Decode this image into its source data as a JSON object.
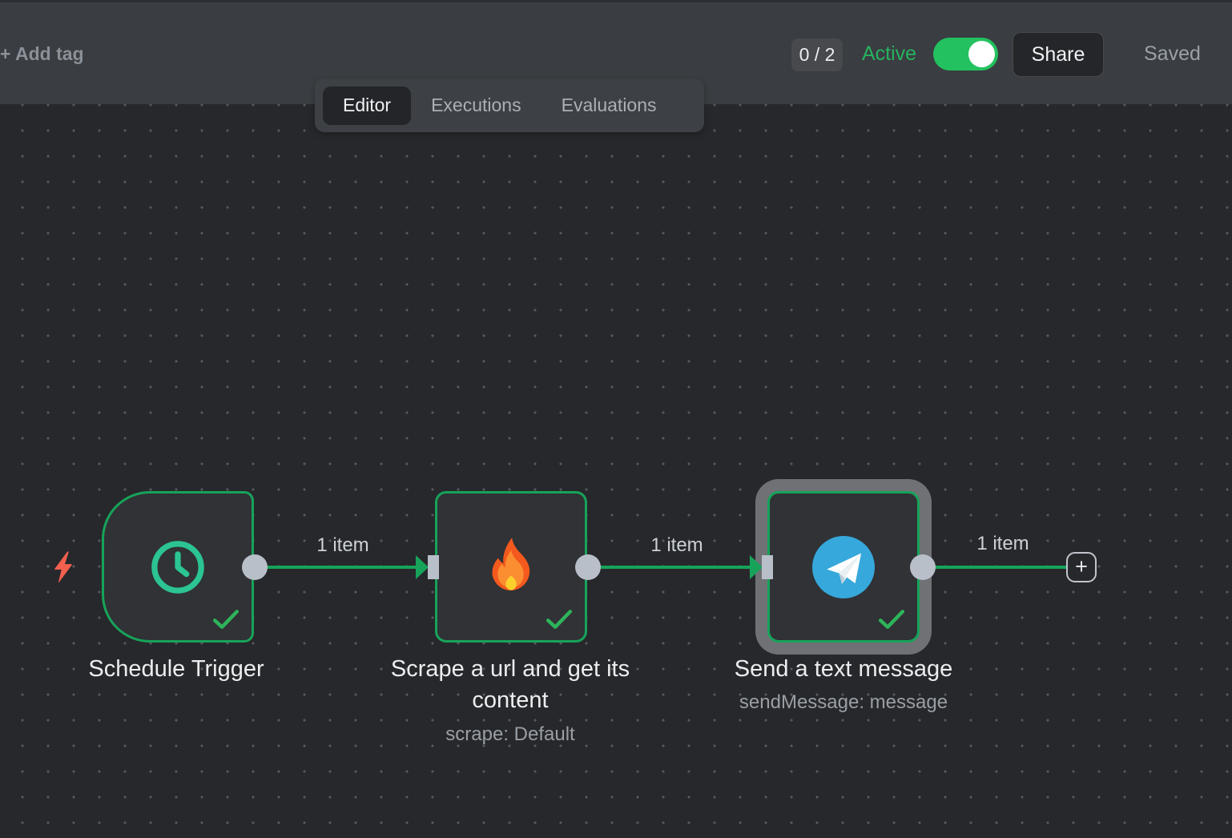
{
  "header": {
    "add_tag": "+ Add tag",
    "issue_counter": "0 / 2",
    "active_label": "Active",
    "active_on": true,
    "share": "Share",
    "save_status": "Saved"
  },
  "tabs": {
    "editor": "Editor",
    "executions": "Executions",
    "evaluations": "Evaluations",
    "selected": "Editor"
  },
  "canvas": {
    "nodes": [
      {
        "id": "schedule-trigger",
        "title": "Schedule Trigger",
        "icon": "clock-icon",
        "shape": "trigger",
        "status": "success"
      },
      {
        "id": "scrape-url",
        "title": "Scrape a url and get its content",
        "subtitle": "scrape: Default",
        "icon": "fire-icon",
        "shape": "square",
        "status": "success"
      },
      {
        "id": "send-text-message",
        "title": "Send a text message",
        "subtitle": "sendMessage: message",
        "icon": "telegram-icon",
        "shape": "square",
        "status": "success",
        "selected": true
      }
    ],
    "connections": [
      {
        "from": "schedule-trigger",
        "to": "scrape-url",
        "label": "1 item"
      },
      {
        "from": "scrape-url",
        "to": "send-text-message",
        "label": "1 item"
      },
      {
        "from": "send-text-message",
        "to": "add-node",
        "label": "1 item"
      }
    ],
    "add_node_label": "+"
  },
  "colors": {
    "accent_green": "#17a35a",
    "clock_teal": "#2bc492",
    "check_green": "#2eb45a",
    "telegram_blue": "#36a8dc",
    "bolt_red": "#f4604f",
    "active_green": "#26b35e",
    "toggle_green": "#23c15f",
    "selection_halo": "#6f7175"
  }
}
